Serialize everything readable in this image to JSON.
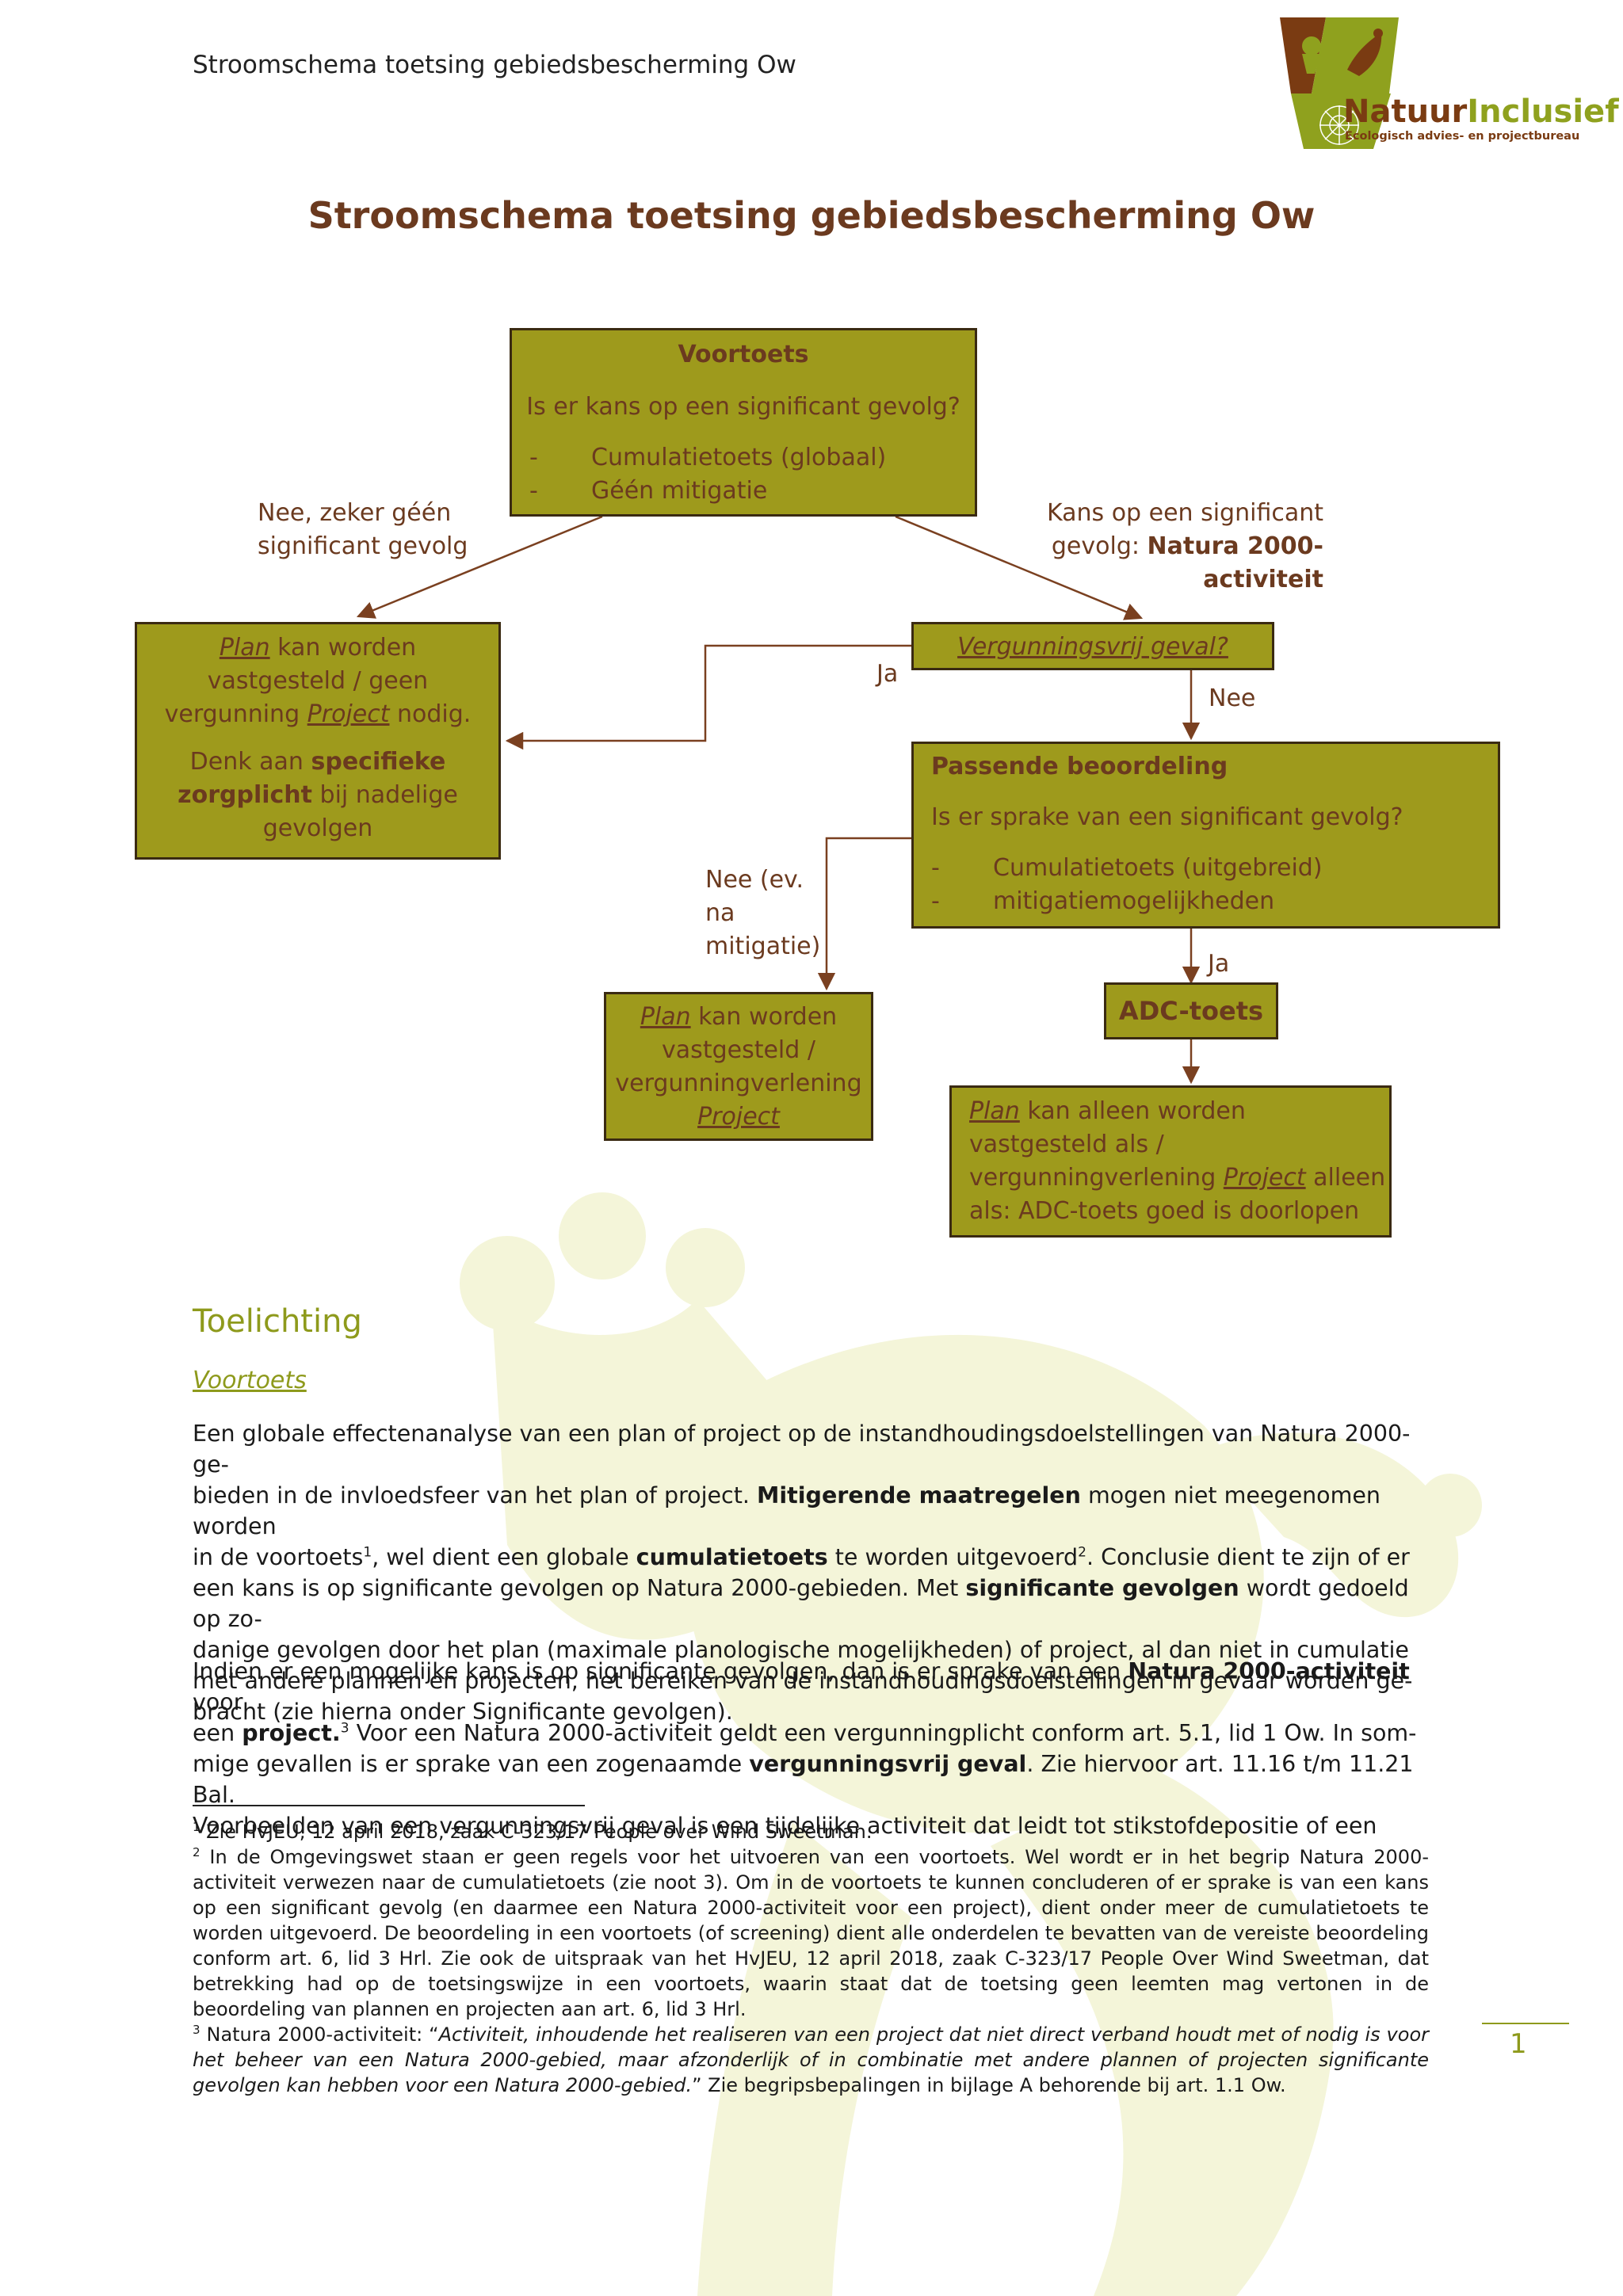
{
  "header": {
    "running_title": "Stroomschema toetsing gebiedsbescherming Ow",
    "logo_text_natuur": "Natuur",
    "logo_text_inclusief": "Inclusief",
    "logo_tagline": "Ecologisch advies- en projectbureau"
  },
  "title": "Stroomschema toetsing gebiedsbescherming Ow",
  "flow": {
    "voortoets": {
      "title": "Voortoets",
      "question": "Is er kans op een significant gevolg?",
      "item1": "Cumulatietoets (globaal)",
      "item2": "Géén mitigatie",
      "dash": "-"
    },
    "label_left_1": "Nee, zeker géén",
    "label_left_2": "significant gevolg",
    "label_right_1": "Kans op een significant",
    "label_right_2": "gevolg: ",
    "label_right_2b": "Natura 2000-",
    "label_right_3": "activiteit",
    "box_left": {
      "plan": "Plan",
      "line1": " kan worden",
      "line2": "vastgesteld / geen",
      "line3a": "vergunning ",
      "project": "Project",
      "line3b": " nodig.",
      "line4a": "Denk aan ",
      "line4b": "specifieke",
      "line5a": "zorgplicht",
      "line5b": " bij nadelige",
      "line6": "gevolgen"
    },
    "vergunningsvrij": "Vergunningsvrij geval?",
    "label_ja_1": "Ja",
    "label_nee_1": "Nee",
    "passende": {
      "title": "Passende beoordeling",
      "question": "Is er sprake van een significant gevolg?",
      "item1": "Cumulatietoets (uitgebreid)",
      "item2": "mitigatiemogelijkheden",
      "dash": "-"
    },
    "label_nee_mit_1": "Nee (ev.",
    "label_nee_mit_2": "na",
    "label_nee_mit_3": "mitigatie)",
    "label_ja_2": "Ja",
    "adc": "ADC-toets",
    "box_mid": {
      "plan": "Plan",
      "line1": " kan worden",
      "line2": "vastgesteld /",
      "line3": "vergunningverlening",
      "project": "Project"
    },
    "box_right": {
      "plan": "Plan",
      "line1": " kan alleen worden",
      "line2": "vastgesteld als /",
      "line3a": "vergunningverlening ",
      "project": "Project",
      "line3b": " alleen",
      "line4": "als: ADC-toets goed is doorlopen"
    }
  },
  "toelichting": {
    "heading": "Toelichting",
    "subheading": "Voortoets",
    "p1": {
      "t1": "Een globale effectenanalyse van een plan of project op de instandhoudingsdoelstellingen van Natura 2000-ge-",
      "t2": "bieden in de invloedsfeer van het plan of project. ",
      "b1": "Mitigerende maatregelen",
      "t3": " mogen niet meegenomen worden",
      "t4": "in de voortoets",
      "s1": "1",
      "t5": ", wel dient een globale ",
      "b2": "cumulatietoets",
      "t6": " te worden uitgevoerd",
      "s2": "2",
      "t7": ". Conclusie dient te zijn of er",
      "t8": "een kans is op significante gevolgen op Natura 2000-gebieden. Met ",
      "b3": "significante gevolgen",
      "t9": " wordt gedoeld op zo-",
      "t10": "danige gevolgen door het plan (maximale planologische mogelijkheden) of project, al dan niet in cumulatie",
      "t11": "met andere plannen en projecten, het bereiken van de instandhoudingsdoelstellingen in gevaar worden ge-",
      "t12": "bracht (zie hierna onder Significante gevolgen)."
    },
    "p2": {
      "t1": "Indien er een mogelijke kans is op significante gevolgen, dan is er sprake van een ",
      "b1": "Natura 2000-activiteit",
      "t2": " voor",
      "t3": "een ",
      "b2": "project.",
      "s1": "3",
      "t4": " Voor een Natura 2000-activiteit geldt een vergunningplicht conform art. 5.1, lid 1 Ow. In som-",
      "t5": "mige gevallen is er sprake van een zogenaamde ",
      "b3": "vergunningsvrij geval",
      "t6": ". Zie hiervoor art. 11.16 t/m 11.21 Bal.",
      "t7": "Voorbeelden van een vergunningsvrij geval is een tijdelijke activiteit dat leidt tot stikstofdepositie of een"
    }
  },
  "footnotes": {
    "f1_num": "1",
    "f1": " Zie HvJEU, 12 april 2018, zaak C-323/17 People over Wind Sweetman.",
    "f2_num": "2",
    "f2": " In de Omgevingswet staan er geen regels voor het uitvoeren van een voortoets. Wel wordt er in het begrip Natura 2000-activiteit verwezen naar de cumulatietoets (zie noot 3). Om in de voortoets te kunnen concluderen of er sprake is van een kans op een significant gevolg (en daarmee een Natura 2000-activiteit voor een project), dient onder meer de cumulatietoets te worden uitgevoerd. De beoordeling in een voortoets (of screening) dient alle onderdelen te bevatten van de vereiste beoordeling conform art. 6, lid 3 Hrl. Zie ook de uitspraak van het HvJEU, 12 april 2018, zaak C-323/17 People Over Wind Sweetman, dat betrekking had op de toetsingswijze in een voortoets, waarin staat dat de toetsing geen leemten mag vertonen in de beoordeling van plannen en projecten aan art. 6, lid 3 Hrl.",
    "f3_num": "3",
    "f3a": " Natura 2000-activiteit: “",
    "f3_quote": "Activiteit, inhoudende het realiseren van een project dat niet direct verband houdt met of nodig is voor het beheer van een Natura 2000-gebied, maar afzonderlijk of in combinatie met andere plannen of projecten significante gevolgen kan hebben voor een Natura 2000-gebied.",
    "f3b": "” Zie begripsbepalingen in bijlage A behorende bij art. 1.1 Ow."
  },
  "page_number": "1",
  "colors": {
    "box_fill": "#9e9a1c",
    "text_brown": "#6b3a1f",
    "accent_green": "#8e9a1c",
    "logo_brown": "#7a3b12",
    "logo_green": "#8fa11e"
  }
}
